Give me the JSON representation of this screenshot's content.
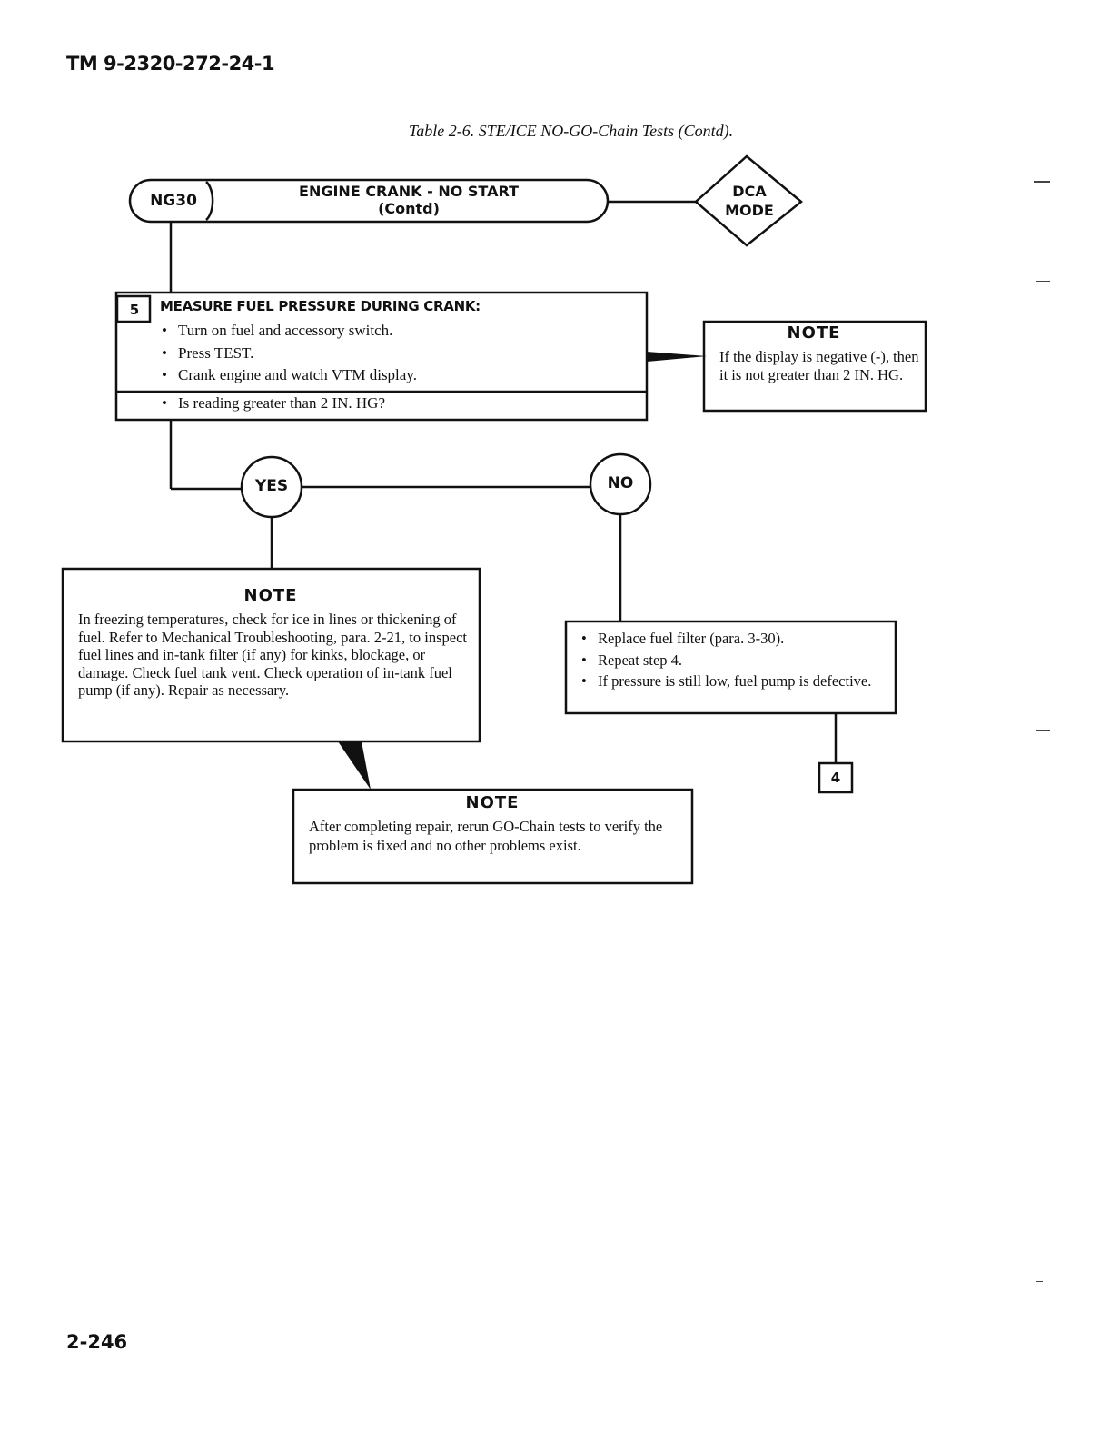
{
  "header": {
    "doc_id": "TM 9-2320-272-24-1",
    "table_title": "Table 2-6. STE/ICE NO-GO-Chain Tests (Contd)."
  },
  "chain_header": {
    "code": "NG30",
    "title_line1": "ENGINE CRANK - NO START",
    "title_line2": "(Contd)",
    "mode_line1": "DCA",
    "mode_line2": "MODE"
  },
  "step": {
    "number": "5",
    "heading": "MEASURE FUEL PRESSURE DURING CRANK:",
    "items": [
      "Turn on fuel and accessory switch.",
      "Press TEST.",
      "Crank engine and watch VTM display."
    ],
    "question": "Is reading greater than 2 IN. HG?"
  },
  "note_display": {
    "title": "NOTE",
    "text": "If the display is negative (-), then it is not greater than 2 IN. HG."
  },
  "branches": {
    "yes_label": "YES",
    "no_label": "NO"
  },
  "note_freezing": {
    "title": "NOTE",
    "text": "In freezing temperatures, check for ice in lines or thickening of fuel. Refer to Mechanical Troubleshooting, para. 2-21, to inspect fuel lines and in-tank filter (if any) for kinks, blockage, or damage. Check fuel tank vent. Check operation of in-tank fuel pump (if any). Repair as necessary."
  },
  "no_actions": {
    "items": [
      "Replace fuel filter (para. 3-30).",
      "Repeat step 4.",
      "If pressure is still low, fuel pump is defective."
    ]
  },
  "goto_step": "4",
  "note_rerun": {
    "title": "NOTE",
    "text": "After completing repair, rerun GO-Chain tests to verify the problem is fixed and no other problems exist."
  },
  "footer": {
    "page_number": "2-246"
  }
}
